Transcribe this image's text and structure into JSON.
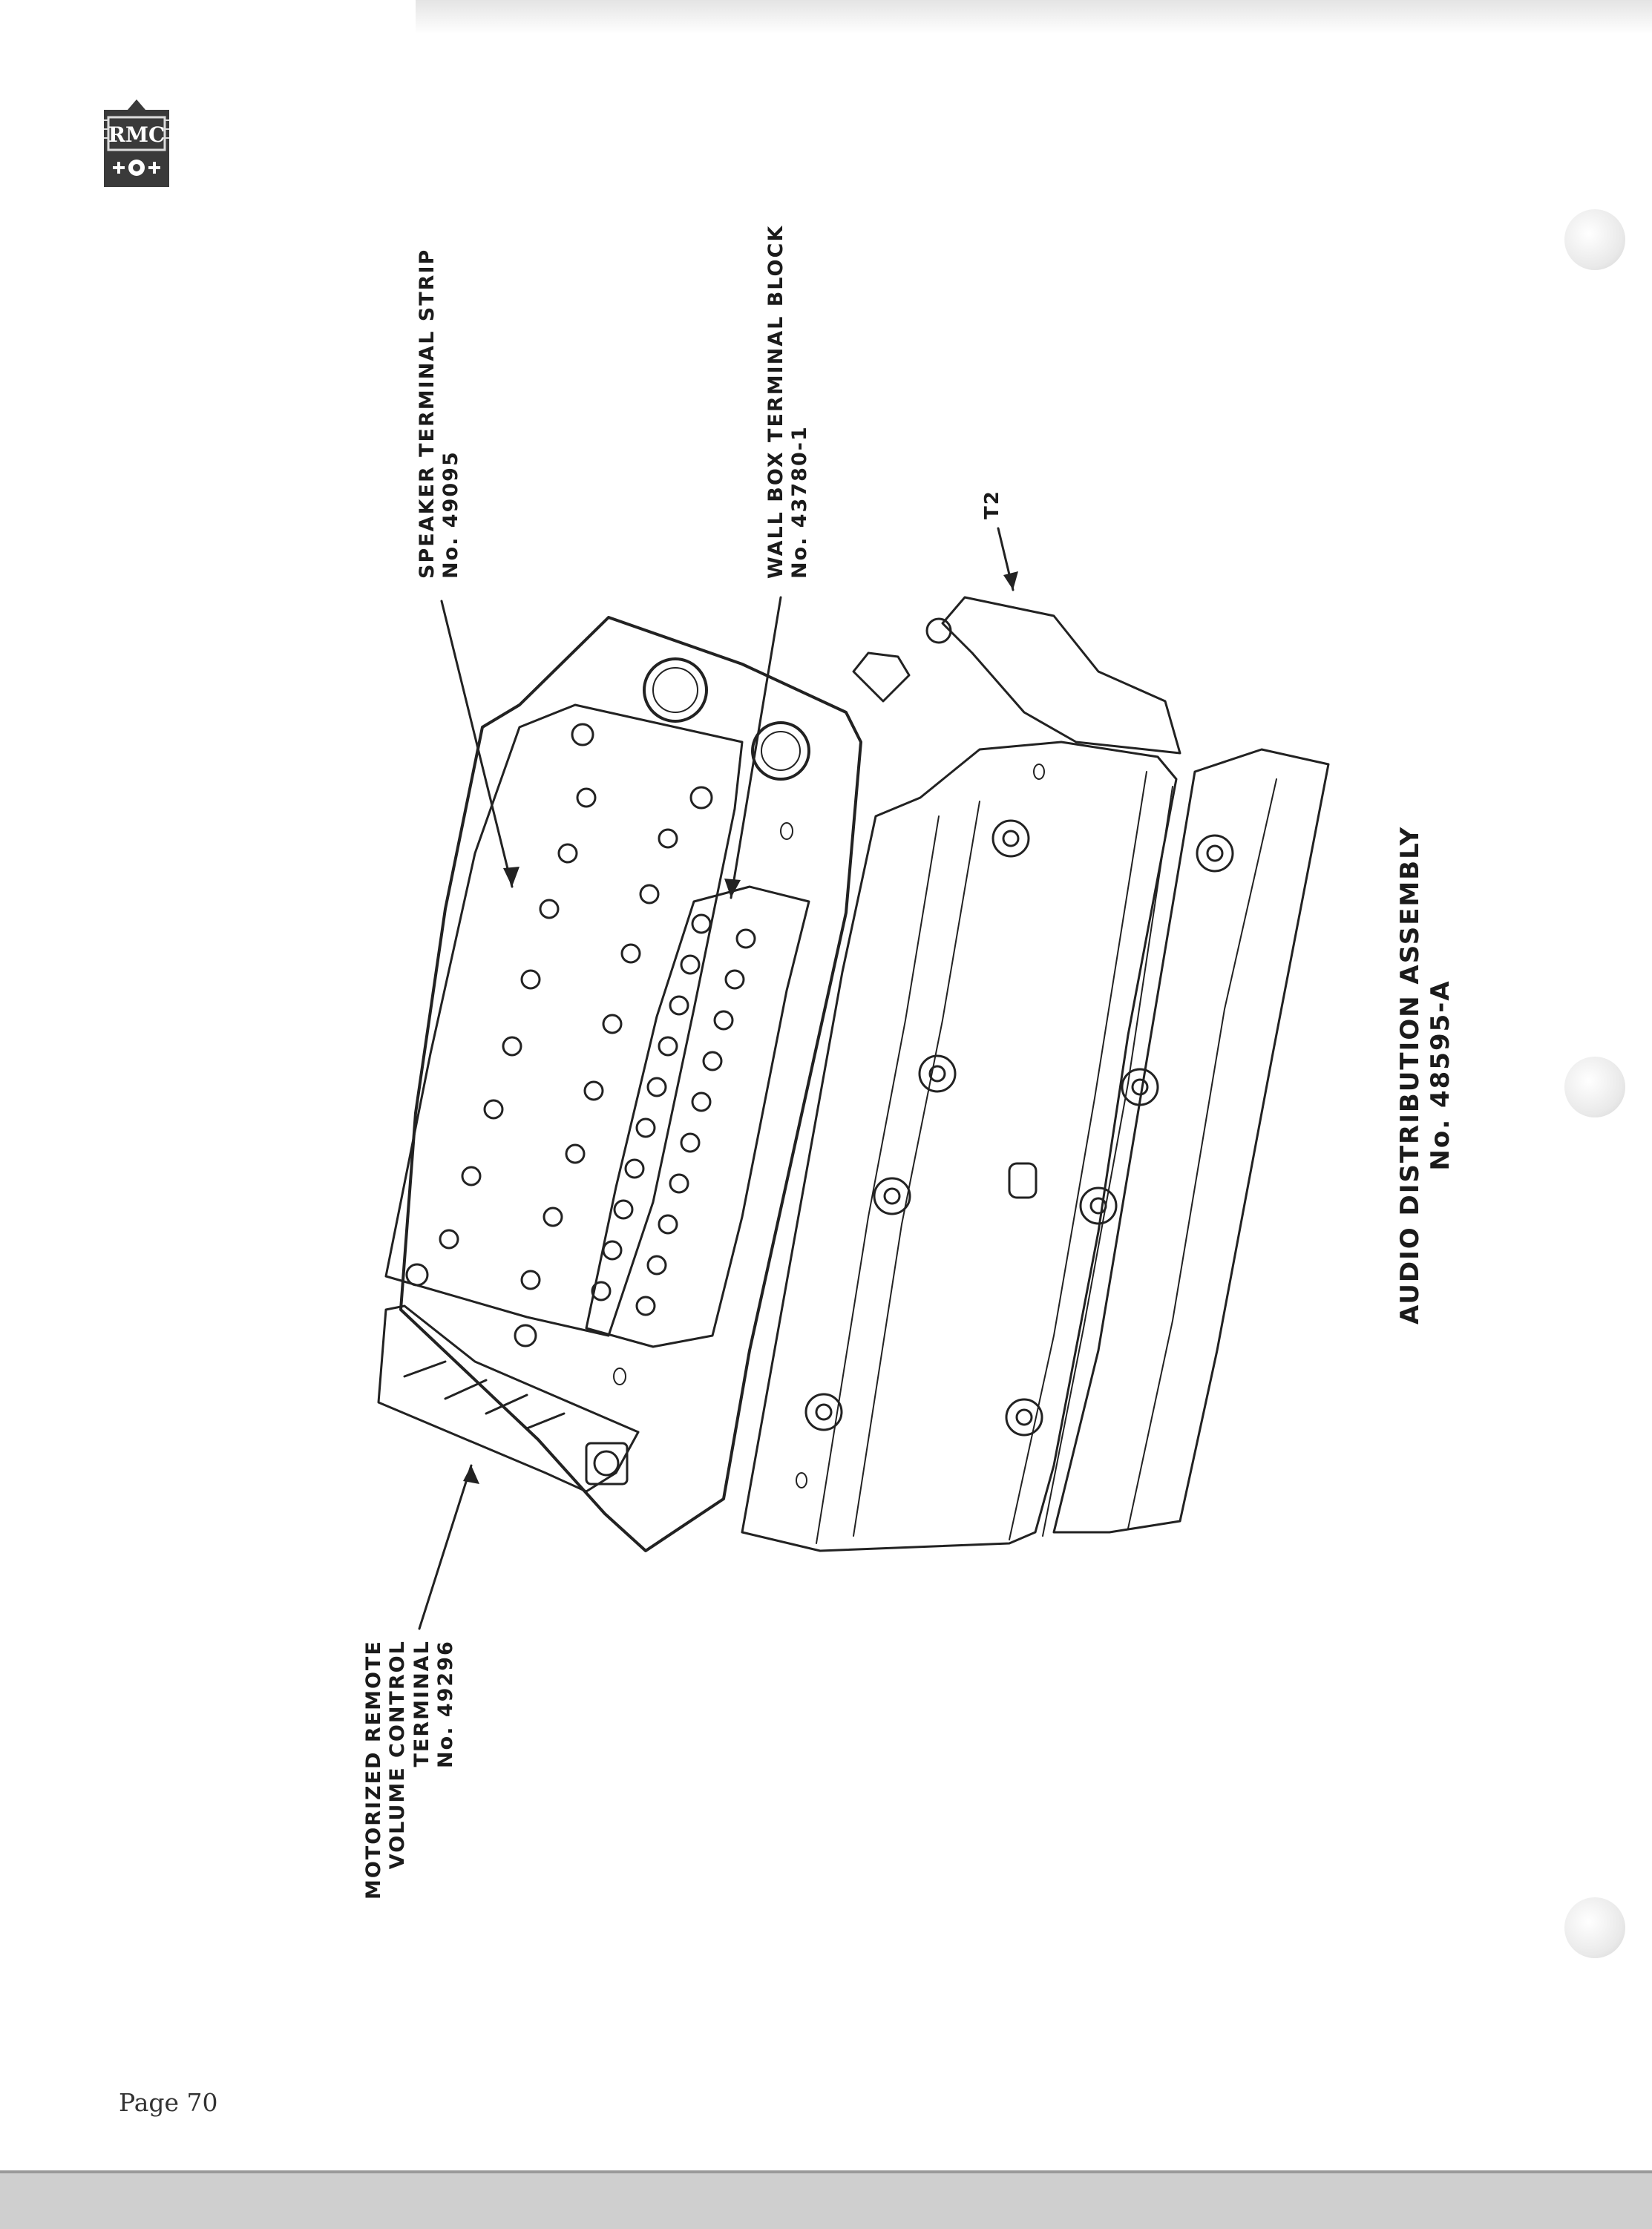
{
  "logo": {
    "text": "RMC"
  },
  "labels": {
    "speaker": {
      "name": "SPEAKER TERMINAL STRIP",
      "number": "No. 49095"
    },
    "wallbox": {
      "name": "WALL BOX TERMINAL BLOCK",
      "number": "No. 43780-1"
    },
    "t2": "T2",
    "motorized": {
      "line1": "MOTORIZED REMOTE",
      "line2": "VOLUME CONTROL",
      "line3": "TERMINAL",
      "number": "No. 49296"
    }
  },
  "caption": {
    "title": "AUDIO DISTRIBUTION ASSEMBLY",
    "number": "No. 48595-A"
  },
  "page_label": "Page 70"
}
